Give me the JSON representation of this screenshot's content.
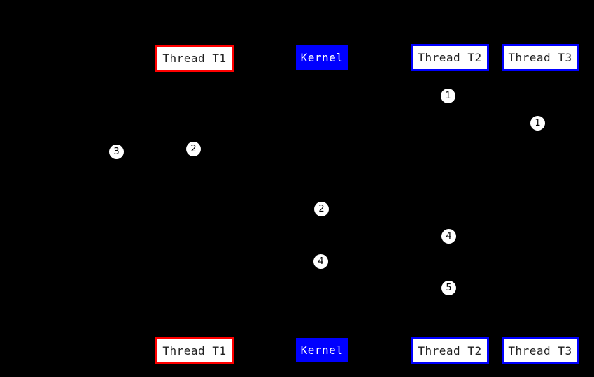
{
  "diagram": {
    "type": "sequence-diagram",
    "background": "#000000",
    "colors": {
      "thread_t1_border": "#ff0000",
      "thread_t2_border": "#0000ff",
      "thread_t3_border": "#0000ff",
      "kernel_fill": "#0000ff",
      "actor_fill": "#ffffff",
      "actor_text": "#1f1f1f",
      "kernel_text": "#ffffff",
      "event_fill": "#ffffff",
      "event_text": "#000000"
    },
    "actors": {
      "thread_t1": {
        "label": "Thread T1"
      },
      "kernel": {
        "label": "Kernel"
      },
      "thread_t2": {
        "label": "Thread T2"
      },
      "thread_t3": {
        "label": "Thread T3"
      }
    },
    "event_markers": [
      {
        "label": "1",
        "near": "thread-t2-lifeline-upper"
      },
      {
        "label": "1",
        "near": "thread-t3-lifeline-upper"
      },
      {
        "label": "2",
        "near": "thread-t1-lifeline"
      },
      {
        "label": "3",
        "near": "left-of-thread-t1-lifeline"
      },
      {
        "label": "2",
        "near": "kernel-lifeline-mid"
      },
      {
        "label": "4",
        "near": "thread-t2-lifeline-mid"
      },
      {
        "label": "4",
        "near": "kernel-lifeline-lower"
      },
      {
        "label": "5",
        "near": "thread-t2-lifeline-lower"
      }
    ]
  }
}
